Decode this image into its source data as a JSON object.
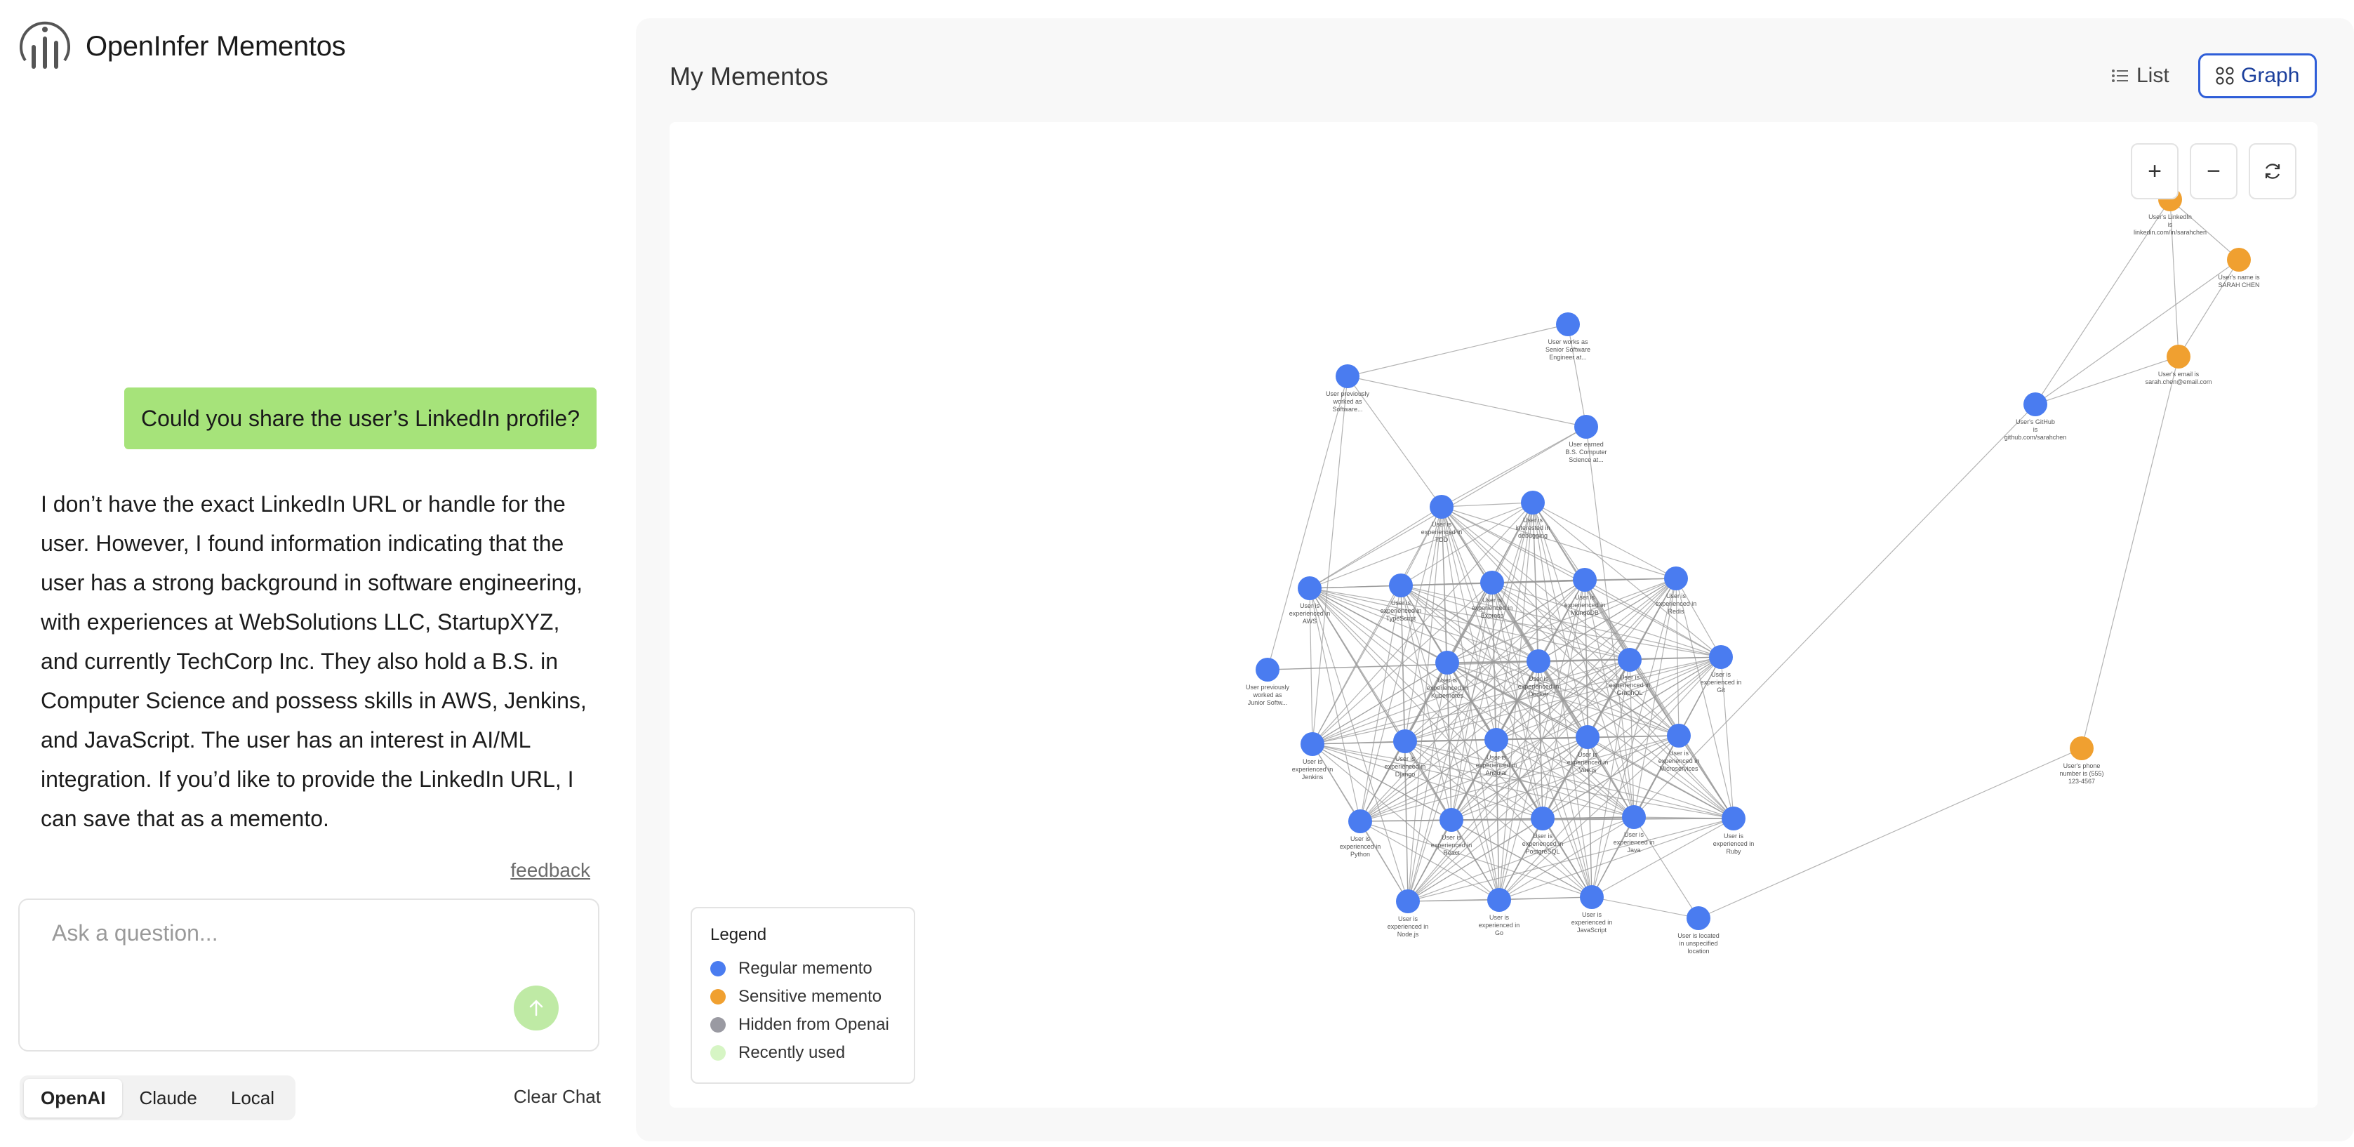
{
  "app": {
    "name": "OpenInfer Mementos"
  },
  "chat": {
    "user_message": "Could you share the user’s LinkedIn profile?",
    "assistant_message": "I don’t have the exact LinkedIn URL or handle for the user. However, I found information indicating that the user has a strong background in software engineering, with experiences at WebSolutions LLC, StartupXYZ, and currently TechCorp Inc. They also hold a B.S. in Computer Science and possess skills in AWS, Jenkins, and JavaScript. The user has an interest in AI/ML integration. If you’d like to provide the LinkedIn URL, I can save that as a memento.",
    "feedback_label": "feedback",
    "input_placeholder": "Ask a question...",
    "models": [
      "OpenAI",
      "Claude",
      "Local"
    ],
    "active_model": "OpenAI",
    "clear_label": "Clear Chat"
  },
  "panel": {
    "title": "My Mementos",
    "view_list_label": "List",
    "view_graph_label": "Graph",
    "active_view": "Graph"
  },
  "legend": {
    "title": "Legend",
    "items": [
      {
        "label": "Regular memento",
        "color": "#4a7cf0"
      },
      {
        "label": "Sensitive memento",
        "color": "#f0a030"
      },
      {
        "label": "Hidden from Openai",
        "color": "#9a9aa2"
      },
      {
        "label": "Recently used",
        "color": "#d6f5c4"
      }
    ]
  },
  "colors": {
    "accent": "#2f5ed8",
    "user_bubble": "#a6e37a",
    "regular": "#4a7cf0",
    "sensitive": "#f0a030",
    "edge": "#9a9a9a"
  },
  "graph_nodes": [
    {
      "id": "linkedin",
      "type": "sensitive",
      "label": [
        "User's LinkedIn",
        "is",
        "linkedin.com/in/sarahchen"
      ]
    },
    {
      "id": "name",
      "type": "sensitive",
      "label": [
        "User's name is",
        "SARAH CHEN"
      ]
    },
    {
      "id": "email",
      "type": "sensitive",
      "label": [
        "User's email is",
        "sarah.chen@email.com"
      ]
    },
    {
      "id": "github",
      "type": "regular",
      "label": [
        "User's GitHub",
        "is",
        "github.com/sarahchen"
      ]
    },
    {
      "id": "phone",
      "type": "sensitive",
      "label": [
        "User's phone",
        "number is (555)",
        "123-4567"
      ]
    },
    {
      "id": "location",
      "type": "regular",
      "label": [
        "User is located",
        "in unspecified",
        "location"
      ]
    },
    {
      "id": "senior",
      "type": "regular",
      "label": [
        "User works as",
        "Senior Software",
        "Engineer at..."
      ]
    },
    {
      "id": "prev_se",
      "type": "regular",
      "label": [
        "User previously",
        "worked as",
        "Software..."
      ]
    },
    {
      "id": "bs",
      "type": "regular",
      "label": [
        "User earned",
        "B.S. Computer",
        "Science at..."
      ]
    },
    {
      "id": "junior",
      "type": "regular",
      "label": [
        "User previously",
        "worked as",
        "Junior Softw..."
      ]
    },
    {
      "id": "k1",
      "type": "regular",
      "label": [
        "User is",
        "experienced in",
        "TDD"
      ]
    },
    {
      "id": "k2",
      "type": "regular",
      "label": [
        "User is",
        "interested in",
        "debugging"
      ]
    },
    {
      "id": "k3",
      "type": "regular",
      "label": [
        "User is",
        "experienced in",
        "AWS"
      ]
    },
    {
      "id": "k4",
      "type": "regular",
      "label": [
        "User is",
        "experienced in",
        "TypeScript"
      ]
    },
    {
      "id": "k5",
      "type": "regular",
      "label": [
        "User is",
        "experienced in",
        "Express"
      ]
    },
    {
      "id": "k6",
      "type": "regular",
      "label": [
        "User is",
        "experienced in",
        "MongoDB"
      ]
    },
    {
      "id": "k7",
      "type": "regular",
      "label": [
        "User is",
        "experienced in",
        "Redis"
      ]
    },
    {
      "id": "k8",
      "type": "regular",
      "label": [
        "User is",
        "experienced in",
        "Kubernetes"
      ]
    },
    {
      "id": "k9",
      "type": "regular",
      "label": [
        "User is",
        "experienced in",
        "Docker"
      ]
    },
    {
      "id": "k10",
      "type": "regular",
      "label": [
        "User is",
        "experienced in",
        "GraphQL"
      ]
    },
    {
      "id": "k11",
      "type": "regular",
      "label": [
        "User is",
        "experienced in",
        "Git"
      ]
    },
    {
      "id": "k12",
      "type": "regular",
      "label": [
        "User is",
        "experienced in",
        "Jenkins"
      ]
    },
    {
      "id": "k13",
      "type": "regular",
      "label": [
        "User is",
        "experienced in",
        "Django"
      ]
    },
    {
      "id": "k14",
      "type": "regular",
      "label": [
        "User is",
        "experienced in",
        "Angular"
      ]
    },
    {
      "id": "k15",
      "type": "regular",
      "label": [
        "User is",
        "experienced in",
        "Vue.js"
      ]
    },
    {
      "id": "k16",
      "type": "regular",
      "label": [
        "User is",
        "experienced in",
        "Microservices"
      ]
    },
    {
      "id": "k17",
      "type": "regular",
      "label": [
        "User is",
        "experienced in",
        "Python"
      ]
    },
    {
      "id": "k18",
      "type": "regular",
      "label": [
        "User is",
        "experienced in",
        "React"
      ]
    },
    {
      "id": "k19",
      "type": "regular",
      "label": [
        "User is",
        "experienced in",
        "PostgreSQL"
      ]
    },
    {
      "id": "k20",
      "type": "regular",
      "label": [
        "User is",
        "experienced in",
        "Java"
      ]
    },
    {
      "id": "k21",
      "type": "regular",
      "label": [
        "User is",
        "experienced in",
        "Node.js"
      ]
    },
    {
      "id": "k22",
      "type": "regular",
      "label": [
        "User is",
        "experienced in",
        "Go"
      ]
    },
    {
      "id": "k23",
      "type": "regular",
      "label": [
        "User is",
        "experienced in",
        "JavaScript"
      ]
    },
    {
      "id": "k24",
      "type": "regular",
      "label": [
        "User is",
        "experienced in",
        "Ruby"
      ]
    }
  ],
  "graph_edges": [
    [
      "linkedin",
      "name"
    ],
    [
      "linkedin",
      "email"
    ],
    [
      "linkedin",
      "github"
    ],
    [
      "name",
      "email"
    ],
    [
      "name",
      "github"
    ],
    [
      "email",
      "github"
    ],
    [
      "email",
      "phone"
    ],
    [
      "phone",
      "location"
    ],
    [
      "github",
      "k20"
    ],
    [
      "senior",
      "prev_se"
    ],
    [
      "senior",
      "bs"
    ],
    [
      "prev_se",
      "bs"
    ],
    [
      "prev_se",
      "junior"
    ],
    [
      "prev_se",
      "k1"
    ],
    [
      "prev_se",
      "k12"
    ],
    [
      "bs",
      "k1"
    ],
    [
      "bs",
      "k20"
    ],
    [
      "bs",
      "k3"
    ],
    [
      "junior",
      "k9"
    ],
    [
      "junior",
      "k11"
    ],
    [
      "k20",
      "location"
    ],
    [
      "k23",
      "location"
    ]
  ]
}
